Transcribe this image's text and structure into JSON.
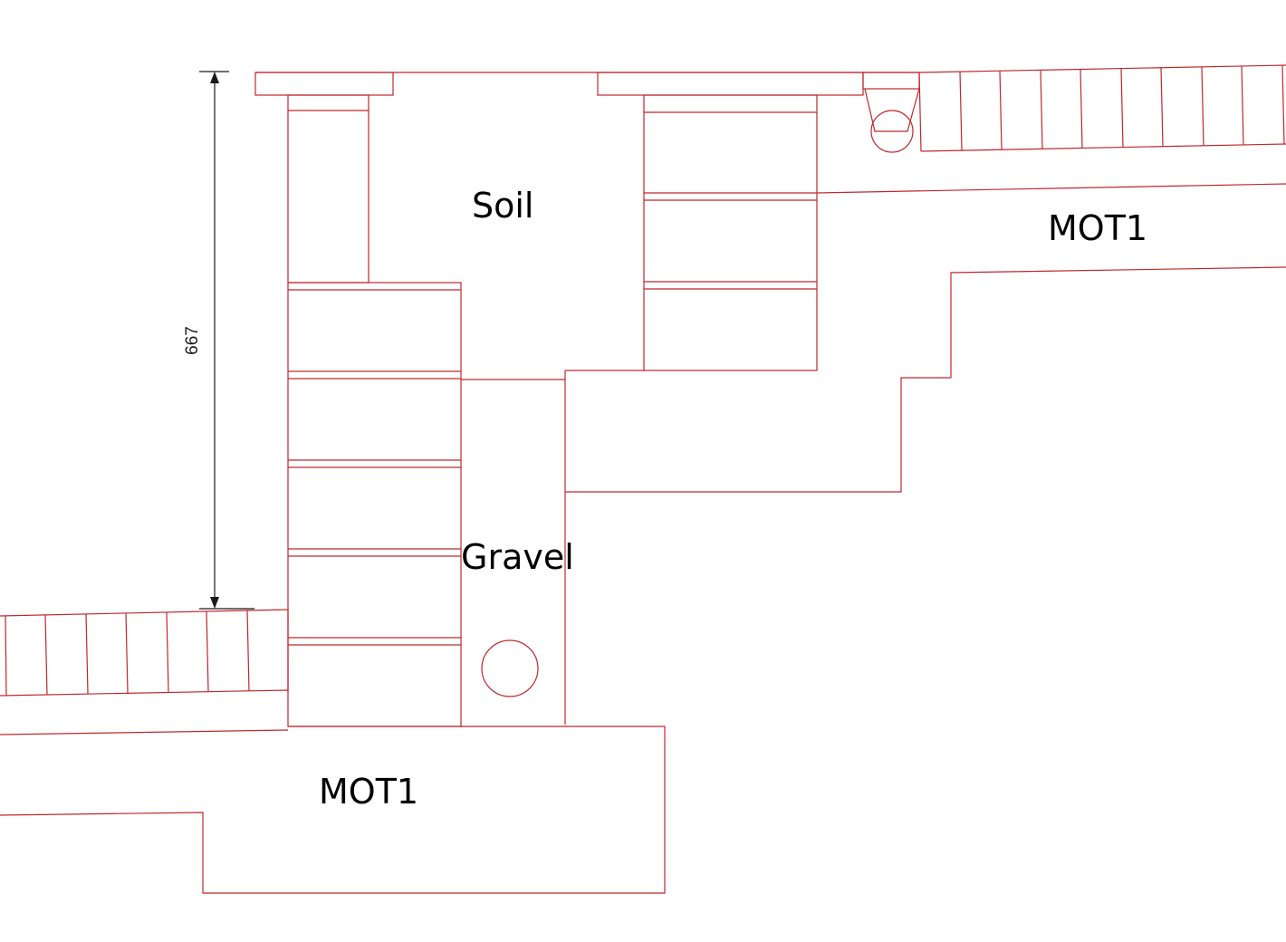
{
  "colors": {
    "line": "#c0272d",
    "dimension": "#1a1a1a",
    "text": "#000000",
    "background": "#ffffff"
  },
  "labels": {
    "soil": "Soil",
    "gravel": "Gravel",
    "mot1_upper": "MOT1",
    "mot1_lower": "MOT1"
  },
  "dimension": {
    "height_value": "667"
  }
}
